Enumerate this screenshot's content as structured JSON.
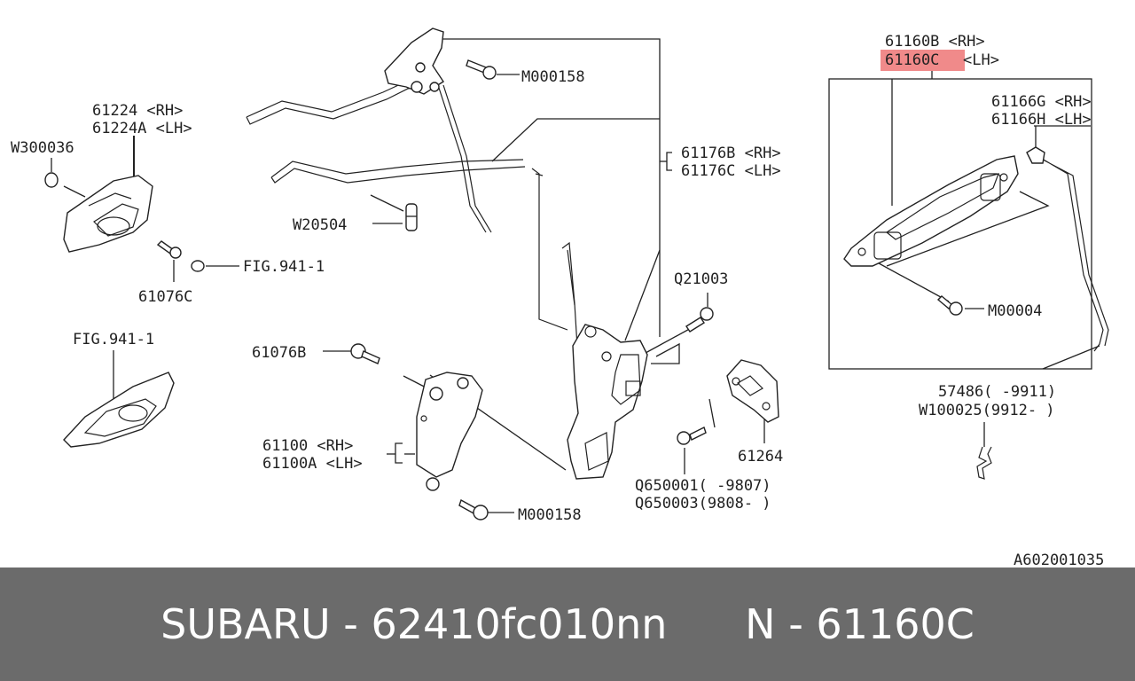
{
  "diagram": {
    "drawing_id": "A602001035",
    "highlight_color": "#f08a8a",
    "labels": {
      "p61224": "61224  <RH>",
      "p61224a": "61224A <LH>",
      "w300036": "W300036",
      "p61076c": "61076C",
      "fig941_a": "FIG.941-1",
      "fig941_b": "FIG.941-1",
      "w20504": "W20504",
      "m000158_top": "M000158",
      "p61176b": "61176B <RH>",
      "p61176c": "61176C <LH>",
      "q21003": "Q21003",
      "p61076b": "61076B",
      "p61100": "61100  <RH>",
      "p61100a": "61100A <LH>",
      "m000158_bottom": "M000158",
      "p61264": "61264",
      "q650001": "Q650001(   -9807)",
      "q650003": "Q650003(9808-   )",
      "p61160b": "61160B <RH>",
      "p61160c_code": "61160C",
      "p61160c_side": "<LH>",
      "p61166g": "61166G <RH>",
      "p61166h": "61166H <LH>",
      "m00004": "M00004",
      "p57486": "57486(   -9911)",
      "w100025": "W100025(9912-   )"
    }
  },
  "footer": {
    "left": "SUBARU - 62410fc010nn",
    "right": "N - 61160C"
  }
}
